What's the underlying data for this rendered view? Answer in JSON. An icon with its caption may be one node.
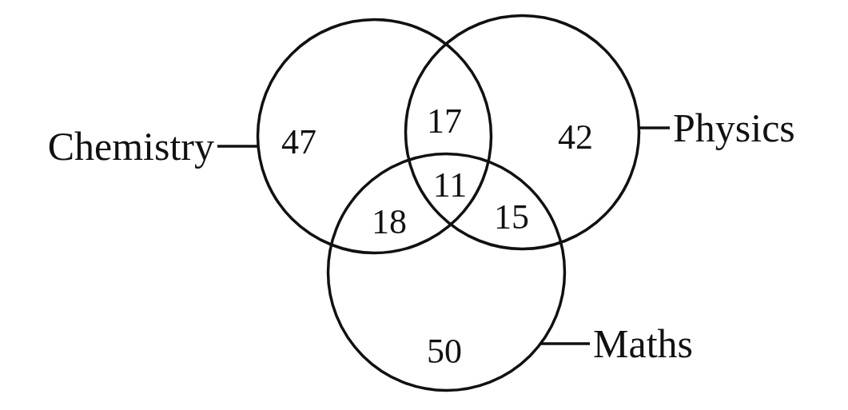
{
  "diagram": {
    "nodes": [
      {
        "text": [
          "Chemistry"
        ]
      },
      {
        "text": [],
        "shape": "circle"
      },
      {
        "text": [],
        "shape": "circle"
      },
      {
        "text": [
          "Physics"
        ]
      },
      {
        "text": [],
        "shape": "circle"
      },
      {
        "text": [
          "Maths"
        ]
      }
    ],
    "edges": [
      {
        "from": 0,
        "to": 1,
        "arrow": "none"
      },
      {
        "from": 3,
        "to": 2,
        "arrow": "none"
      },
      {
        "from": 5,
        "to": 4,
        "arrow": "none"
      }
    ],
    "labels": [
      "47",
      "17",
      "42",
      "11",
      "18",
      "15",
      "50"
    ]
  }
}
